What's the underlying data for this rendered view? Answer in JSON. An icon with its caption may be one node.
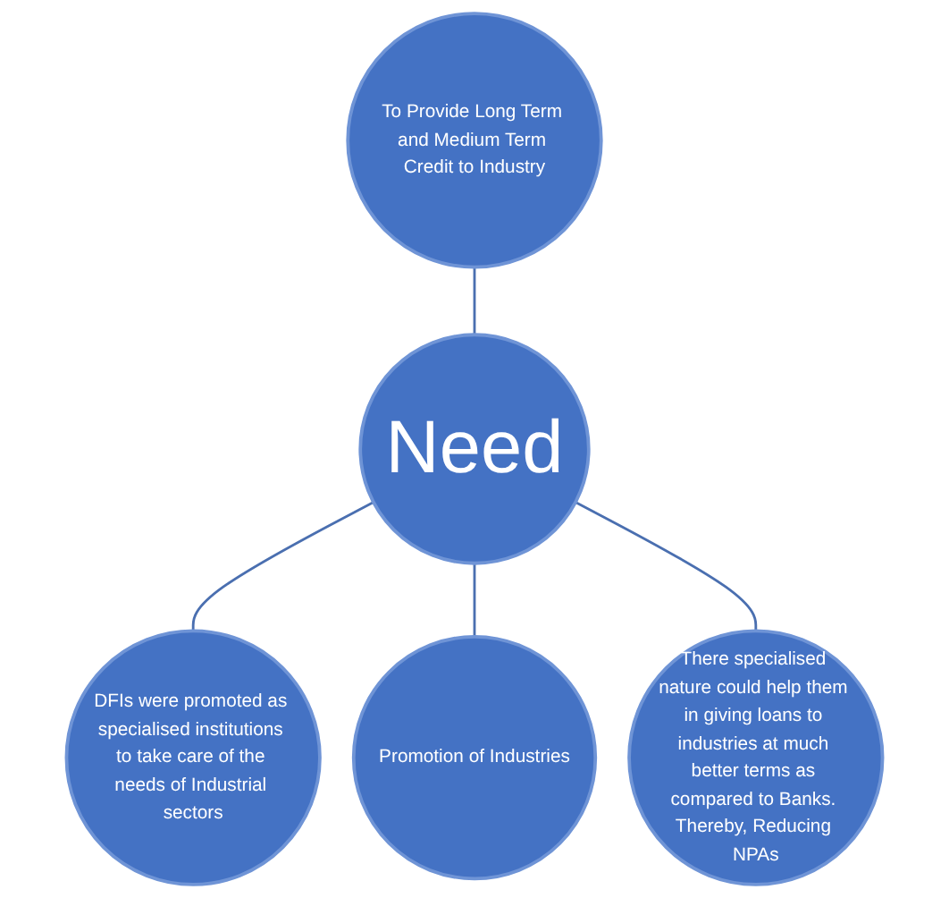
{
  "diagram": {
    "nodes": [
      {
        "text": [
          "To Provide Long Term and Medium Term Credit to Industry"
        ]
      },
      {
        "text": [
          "DFIs were promoted as specialised institutions to take care of the needs of Industrial sectors"
        ]
      },
      {
        "text": [
          "Need"
        ]
      },
      {
        "text": [
          "Promotion of Industries"
        ]
      },
      {
        "text": [
          "There specialised nature could help them in giving loans to industries at much better terms as compared to Banks. Thereby, Reducing NPAs"
        ]
      }
    ],
    "edges": [
      {
        "from": 2,
        "to": 0,
        "arrow": "none"
      },
      {
        "from": 2,
        "to": 1,
        "arrow": "none"
      },
      {
        "from": 2,
        "to": 3,
        "arrow": "none"
      },
      {
        "from": 2,
        "to": 4,
        "arrow": "none"
      }
    ]
  }
}
